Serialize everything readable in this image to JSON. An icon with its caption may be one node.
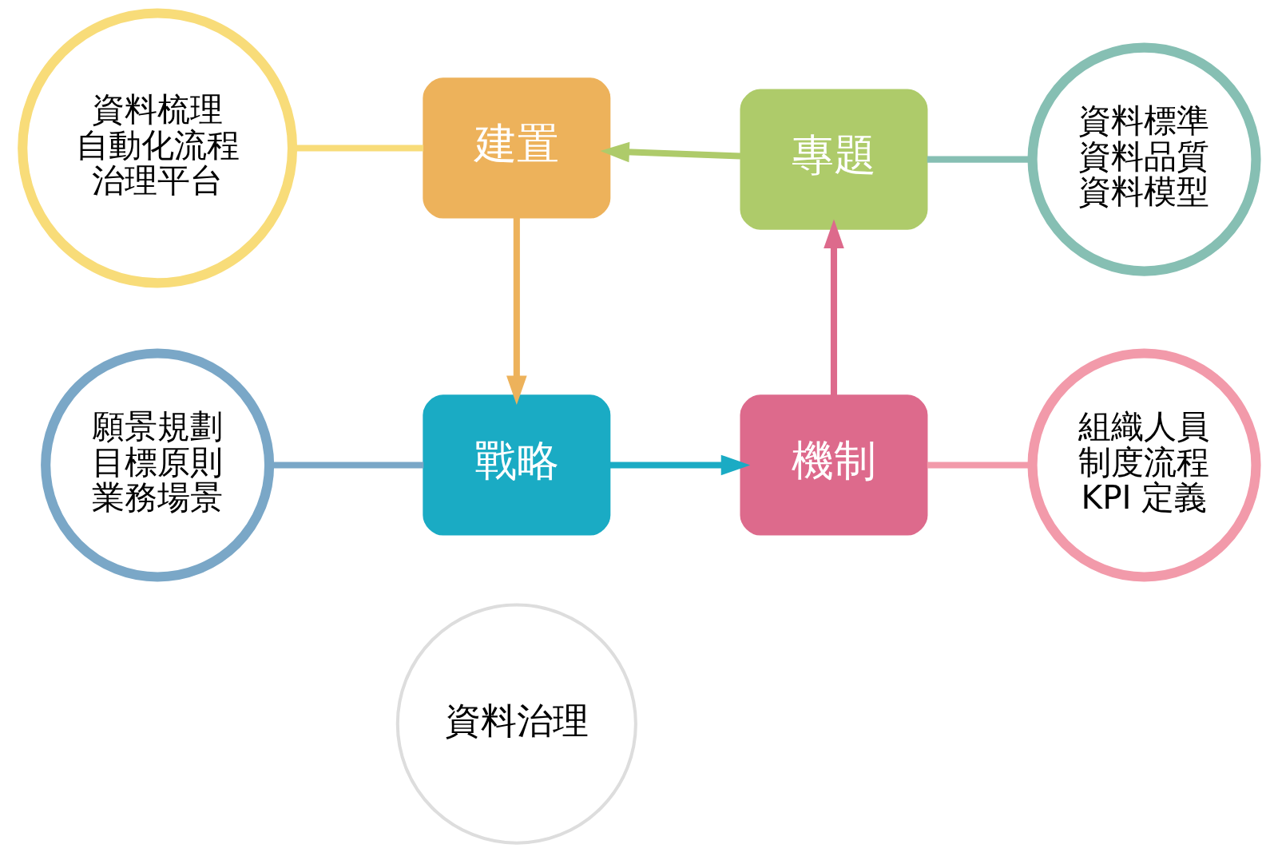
{
  "diagram": {
    "nodes": [
      {
        "text": [
          "資料治理"
        ]
      },
      {
        "text": [
          "戰略"
        ]
      },
      {
        "text": [
          "機制"
        ]
      },
      {
        "text": [
          "專題"
        ]
      },
      {
        "text": [
          "建置"
        ]
      },
      {
        "text": [
          "願景規劃",
          "目標原則",
          "業務場景"
        ]
      },
      {
        "text": [
          "組織人員",
          "制度流程",
          "KPI 定義"
        ]
      },
      {
        "text": [
          "資料梳理",
          "自動化流程",
          "治理平台"
        ]
      },
      {
        "text": [
          "資料標準",
          "資料品質",
          "資料模型"
        ]
      }
    ],
    "edges": [
      {
        "from": 1,
        "to": 2,
        "arrow": "to",
        "color": "#1aabc4"
      },
      {
        "from": 2,
        "to": 3,
        "arrow": "to",
        "color": "#dd6a8c"
      },
      {
        "from": 3,
        "to": 4,
        "arrow": "to",
        "color": "#aecb6a"
      },
      {
        "from": 4,
        "to": 1,
        "arrow": "to",
        "color": "#edb25b"
      },
      {
        "from": 5,
        "to": 1,
        "arrow": "none",
        "color": "#7aa7c7"
      },
      {
        "from": 2,
        "to": 6,
        "arrow": "none",
        "color": "#f29aaa"
      },
      {
        "from": 7,
        "to": 4,
        "arrow": "none",
        "color": "#f8dc79"
      },
      {
        "from": 3,
        "to": 8,
        "arrow": "none",
        "color": "#86bfb3"
      }
    ]
  }
}
